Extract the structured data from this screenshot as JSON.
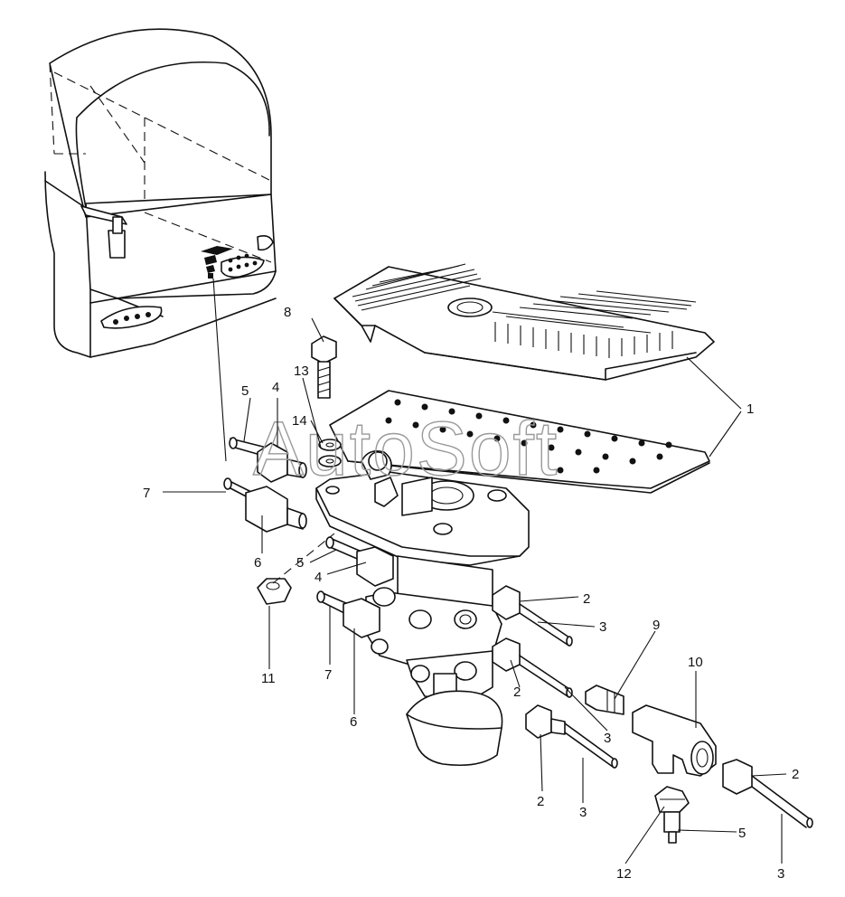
{
  "watermark": "AutoSoft",
  "callouts": [
    {
      "id": "c1",
      "text": "1"
    },
    {
      "id": "c2a",
      "text": "2"
    },
    {
      "id": "c2b",
      "text": "2"
    },
    {
      "id": "c2c",
      "text": "2"
    },
    {
      "id": "c2d",
      "text": "2"
    },
    {
      "id": "c3a",
      "text": "3"
    },
    {
      "id": "c3b",
      "text": "3"
    },
    {
      "id": "c3c",
      "text": "3"
    },
    {
      "id": "c3d",
      "text": "3"
    },
    {
      "id": "c4a",
      "text": "4"
    },
    {
      "id": "c4b",
      "text": "4"
    },
    {
      "id": "c5a",
      "text": "5"
    },
    {
      "id": "c5b",
      "text": "5"
    },
    {
      "id": "c5c",
      "text": "5"
    },
    {
      "id": "c6a",
      "text": "6"
    },
    {
      "id": "c6b",
      "text": "6"
    },
    {
      "id": "c7a",
      "text": "7"
    },
    {
      "id": "c7b",
      "text": "7"
    },
    {
      "id": "c8",
      "text": "8"
    },
    {
      "id": "c9",
      "text": "9"
    },
    {
      "id": "c10",
      "text": "10"
    },
    {
      "id": "c11",
      "text": "11"
    },
    {
      "id": "c12",
      "text": "12"
    },
    {
      "id": "c13",
      "text": "13"
    },
    {
      "id": "c14",
      "text": "14"
    }
  ]
}
